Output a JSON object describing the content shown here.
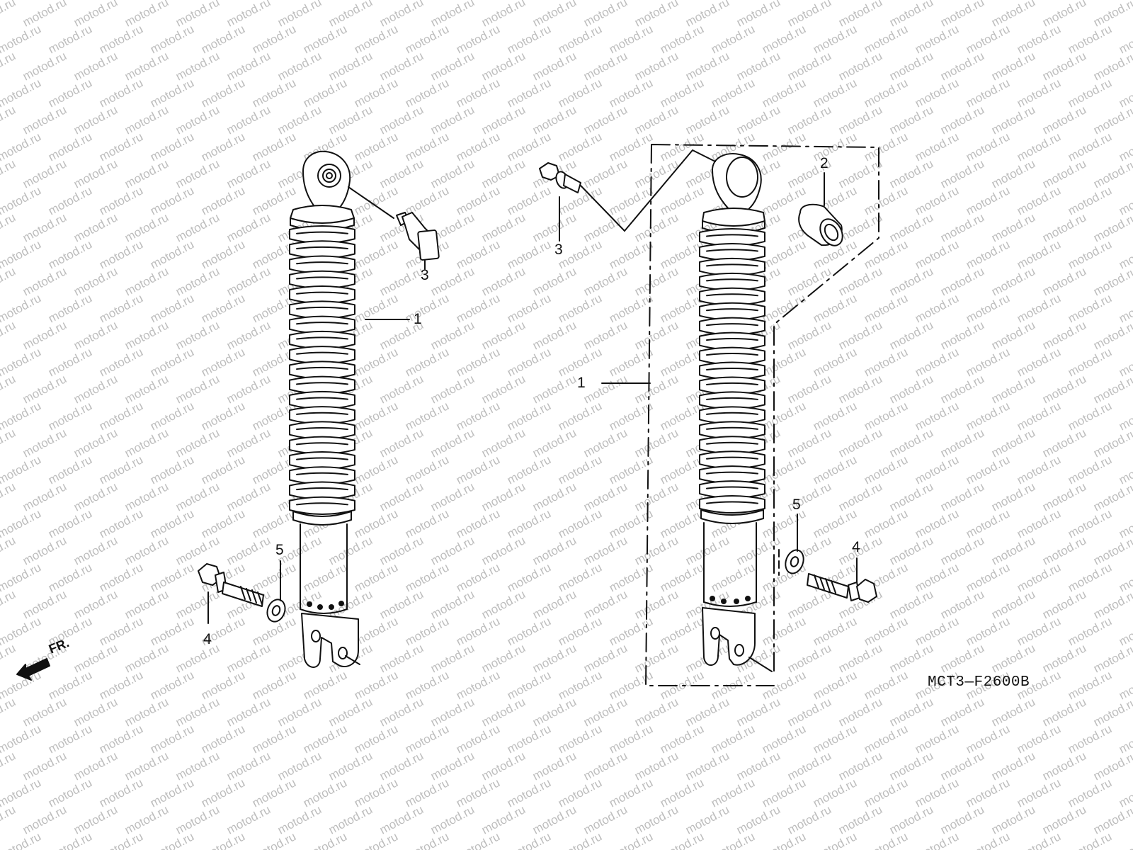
{
  "watermark": {
    "text": "motod.ru",
    "color": "#bdbdbd"
  },
  "diagram_code": "MCT3—F2600B",
  "front_marker": {
    "text": "FR.",
    "icon": "arrow-left-icon"
  },
  "callouts": {
    "left_shock": {
      "shock": "1",
      "bolt_top": "3",
      "bolt_bottom": "4",
      "washer": "5"
    },
    "right_shock": {
      "shock": "1",
      "bushing": "2",
      "bolt_top": "3",
      "bolt_bottom": "4",
      "washer": "5"
    }
  },
  "colors": {
    "line": "#111111",
    "paper": "#ffffff"
  }
}
